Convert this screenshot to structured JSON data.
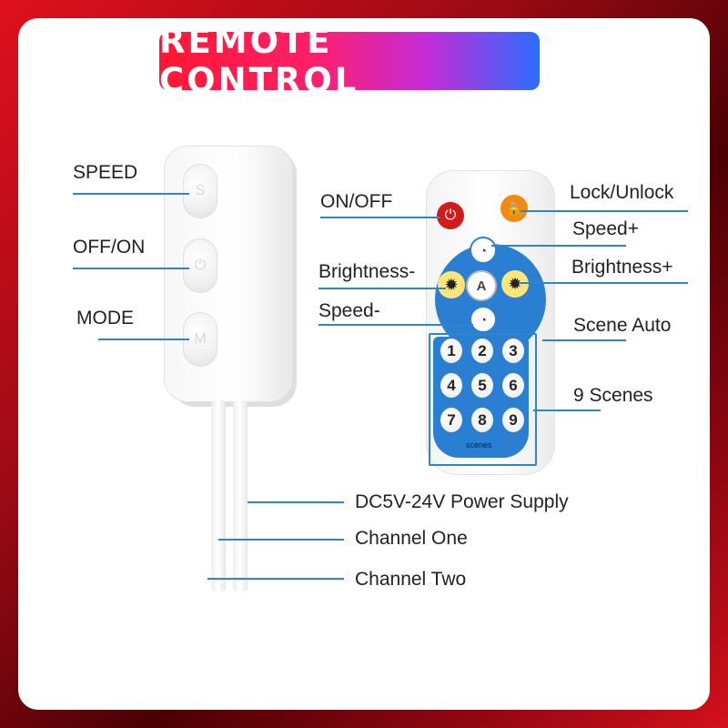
{
  "banner": {
    "title": "REMOTE CONTROL"
  },
  "controller": {
    "labels": {
      "speed": "SPEED",
      "offon": "OFF/ON",
      "mode": "MODE"
    },
    "buttons": {
      "speed": "S",
      "power": "⏻",
      "mode": "M"
    }
  },
  "remote": {
    "labels": {
      "onoff": "ON/OFF",
      "lock": "Lock/Unlock",
      "speed_plus": "Speed+",
      "brightness_minus": "Brightness-",
      "brightness_plus": "Brightness+",
      "speed_minus": "Speed-",
      "scene_auto": "Scene Auto",
      "scenes": "9 Scenes"
    },
    "buttons": {
      "power": "⏻",
      "lock": "🔒",
      "speed_plus": "◔",
      "speed_minus": "◔",
      "brightness_minus": "✹",
      "brightness_plus": "✹",
      "auto": "A"
    },
    "scene_numbers": [
      "1",
      "2",
      "3",
      "4",
      "5",
      "6",
      "7",
      "8",
      "9"
    ],
    "scenes_caption": "scenes"
  },
  "cables": {
    "power": "DC5V-24V Power Supply",
    "channel_one": "Channel One",
    "channel_two": "Channel Two"
  },
  "colors": {
    "accent_line": "#2d86c9",
    "remote_blue": "#2a7fd2",
    "power_red": "#d41b1b",
    "lock_orange": "#f08a12"
  }
}
